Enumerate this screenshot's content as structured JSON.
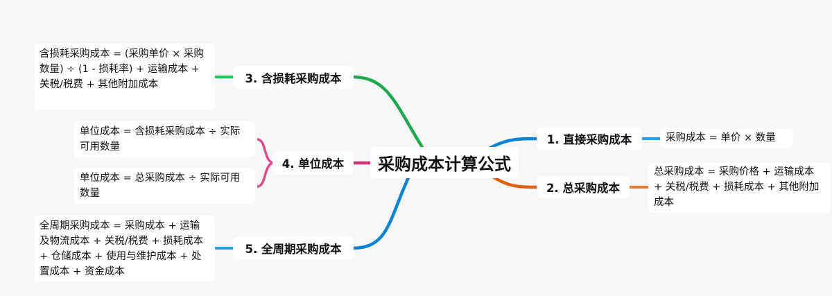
{
  "root": {
    "label": "采购成本计算公式"
  },
  "branches": [
    {
      "label": "1. 直接采购成本",
      "color": "#0a84d0",
      "leaves": [
        "采购成本 = 单价 × 数量"
      ],
      "leaf_color": "#1aa3ea"
    },
    {
      "label": "2. 总采购成本",
      "color": "#e0600f",
      "leaves": [
        "总采购成本 = 采购价格 + 运输成本 + 关税/税费 + 损耗成本 + 其他附加成本"
      ],
      "leaf_color": "#f07a30"
    },
    {
      "label": "3. 含损耗采购成本",
      "color": "#1eaa4a",
      "leaves": [
        "含损耗采购成本 = (采购单价 × 采购数量) ÷ (1 - 损耗率) + 运输成本 + 关税/税费 + 其他附加成本"
      ],
      "leaf_color": "#22c055"
    },
    {
      "label": "4. 单位成本",
      "color": "#d8327a",
      "leaves": [
        "单位成本 = 含损耗采购成本 ÷ 实际可用数量",
        "单位成本 = 总采购成本 ÷ 实际可用数量"
      ],
      "leaf_color": "#e04a8c"
    },
    {
      "label": "5. 全周期采购成本",
      "color": "#0a84d0",
      "leaves": [
        "全周期采购成本 = 采购成本 + 运输及物流成本 + 关税/税费 + 损耗成本 + 仓储成本 + 使用与维护成本 + 处置成本 + 资金成本"
      ],
      "leaf_color": "#1aa3ea"
    }
  ]
}
